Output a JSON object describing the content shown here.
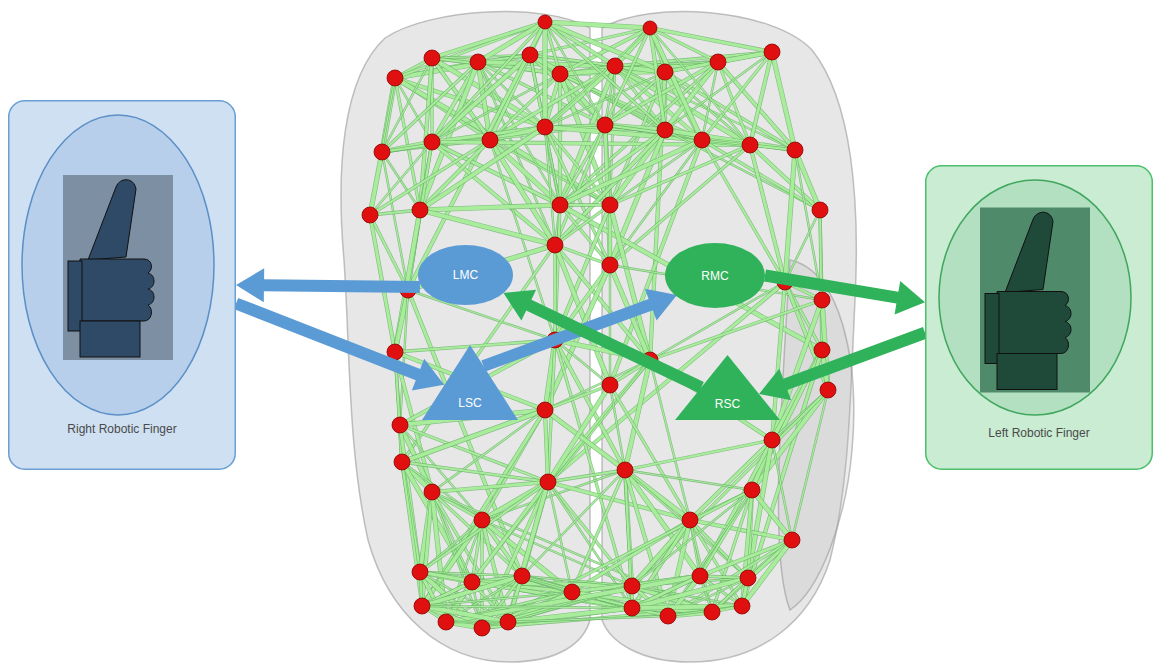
{
  "diagram": {
    "nodes": [
      {
        "text": [
          "Right Robotic Finger"
        ]
      },
      {
        "text": [
          "LMC"
        ]
      },
      {
        "text": [
          "RMC"
        ]
      },
      {
        "text": [
          "LSC"
        ]
      },
      {
        "text": [
          "RSC"
        ]
      },
      {
        "text": [
          "Left Robotic Finger"
        ]
      }
    ],
    "edges": [
      {
        "from": 1,
        "to": 0,
        "arrow": "to"
      },
      {
        "from": 0,
        "to": 3,
        "arrow": "to"
      },
      {
        "from": 3,
        "to": 2,
        "arrow": "to"
      },
      {
        "from": 2,
        "to": 5,
        "arrow": "to"
      },
      {
        "from": 5,
        "to": 4,
        "arrow": "to"
      },
      {
        "from": 4,
        "to": 1,
        "arrow": "to"
      }
    ]
  }
}
